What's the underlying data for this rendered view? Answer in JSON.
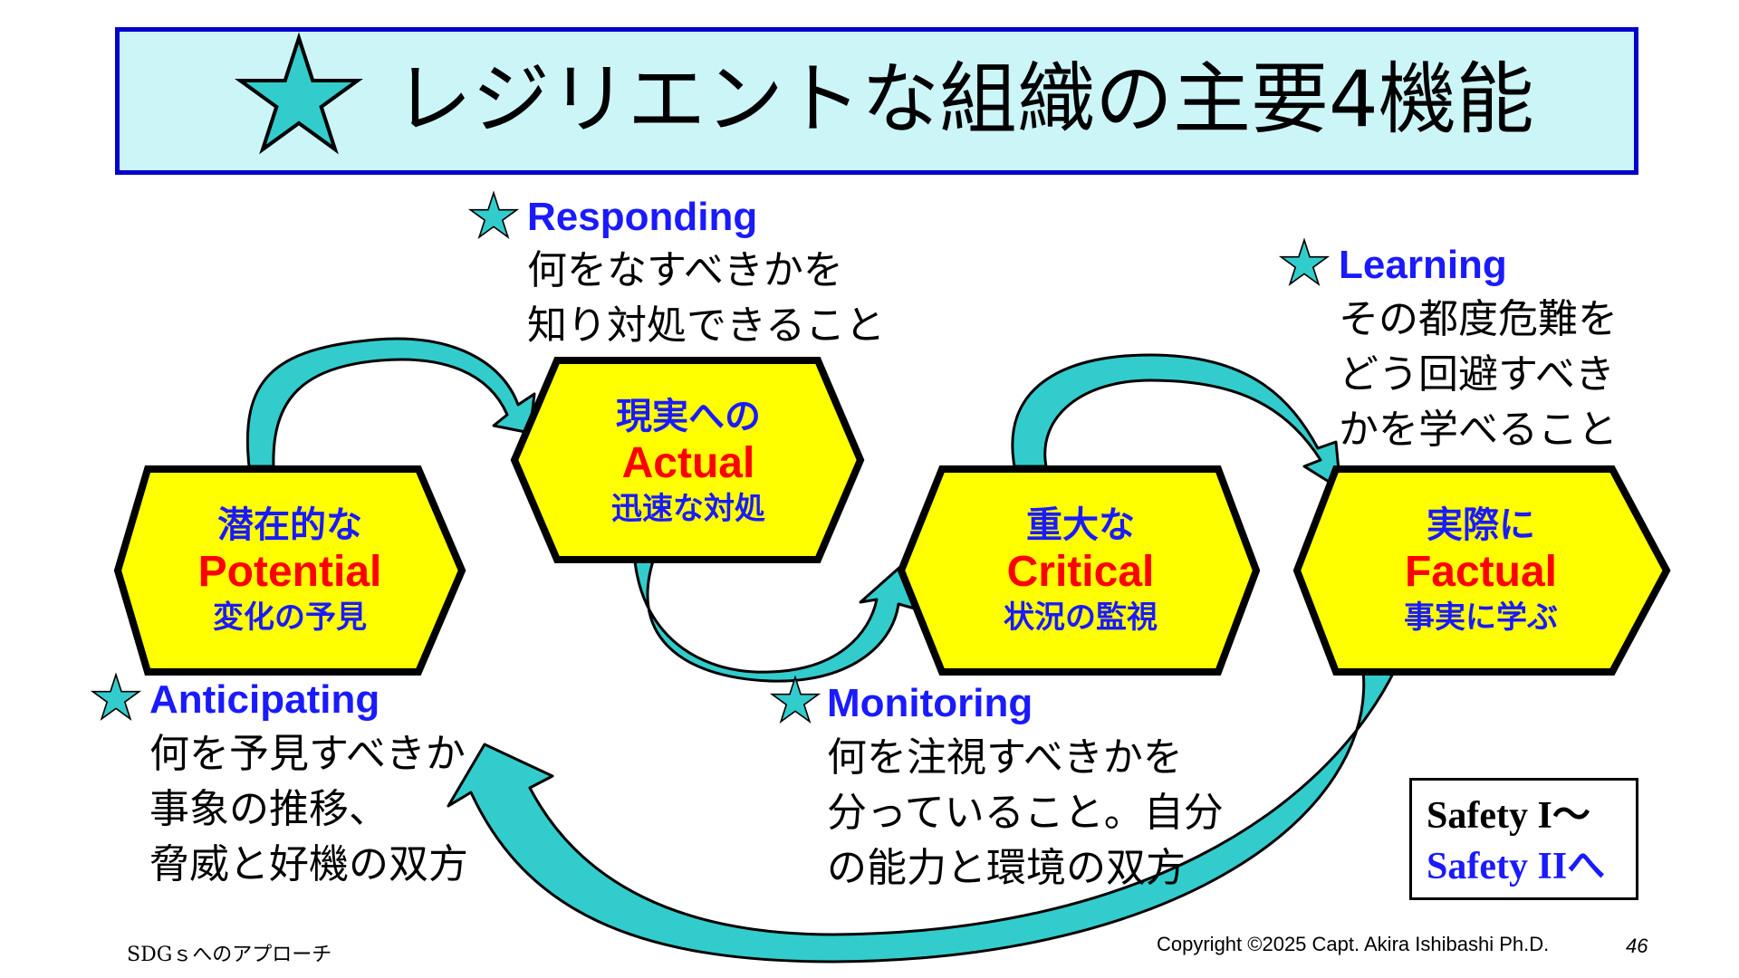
{
  "title": "レジリエントな組織の主要4機能",
  "functions": {
    "responding": {
      "name": "Responding",
      "desc": [
        "何をなすべきかを",
        "知り対処できること"
      ]
    },
    "learning": {
      "name": "Learning",
      "desc": [
        "その都度危難を",
        "どう回避すべき",
        "かを学べること"
      ]
    },
    "anticipating": {
      "name": "Anticipating",
      "desc": [
        "何を予見すべきか",
        "事象の推移、",
        "脅威と好機の双方"
      ]
    },
    "monitoring": {
      "name": "Monitoring",
      "desc": [
        "何を注視すべきかを",
        "分っていること。自分",
        "の能力と環境の双方"
      ]
    }
  },
  "hexagons": {
    "potential": {
      "jp_top": "潜在的な",
      "en": "Potential",
      "jp_bottom": "変化の予見"
    },
    "actual": {
      "jp_top": "現実への",
      "en": "Actual",
      "jp_bottom": "迅速な対処"
    },
    "critical": {
      "jp_top": "重大な",
      "en": "Critical",
      "jp_bottom": "状況の監視"
    },
    "factual": {
      "jp_top": "実際に",
      "en": "Factual",
      "jp_bottom": "事実に学ぶ"
    }
  },
  "safety": {
    "line1": "Safety I〜",
    "line2": "Safety IIへ"
  },
  "footer": {
    "left": "SDGｓへのアプローチ",
    "copyright": "Copyright ©2025 Capt. Akira Ishibashi Ph.D.",
    "page_number": "46"
  },
  "colors": {
    "hex_fill": "#ffff00",
    "arrow_fill": "#33cccc",
    "star_fill": "#33cccc",
    "function_name": "#1a1aff",
    "english_term": "#ff0000",
    "title_bg": "#ccf5f8",
    "title_border": "#0000cc"
  }
}
